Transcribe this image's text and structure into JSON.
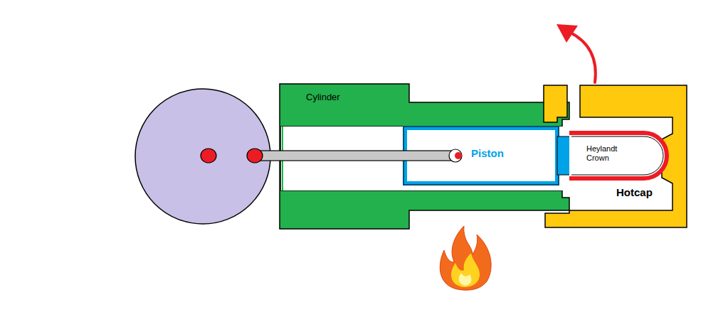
{
  "diagram": {
    "labels": [
      "Cylinder",
      "Piston",
      "Heylandt Crown",
      "Hotcap"
    ]
  }
}
